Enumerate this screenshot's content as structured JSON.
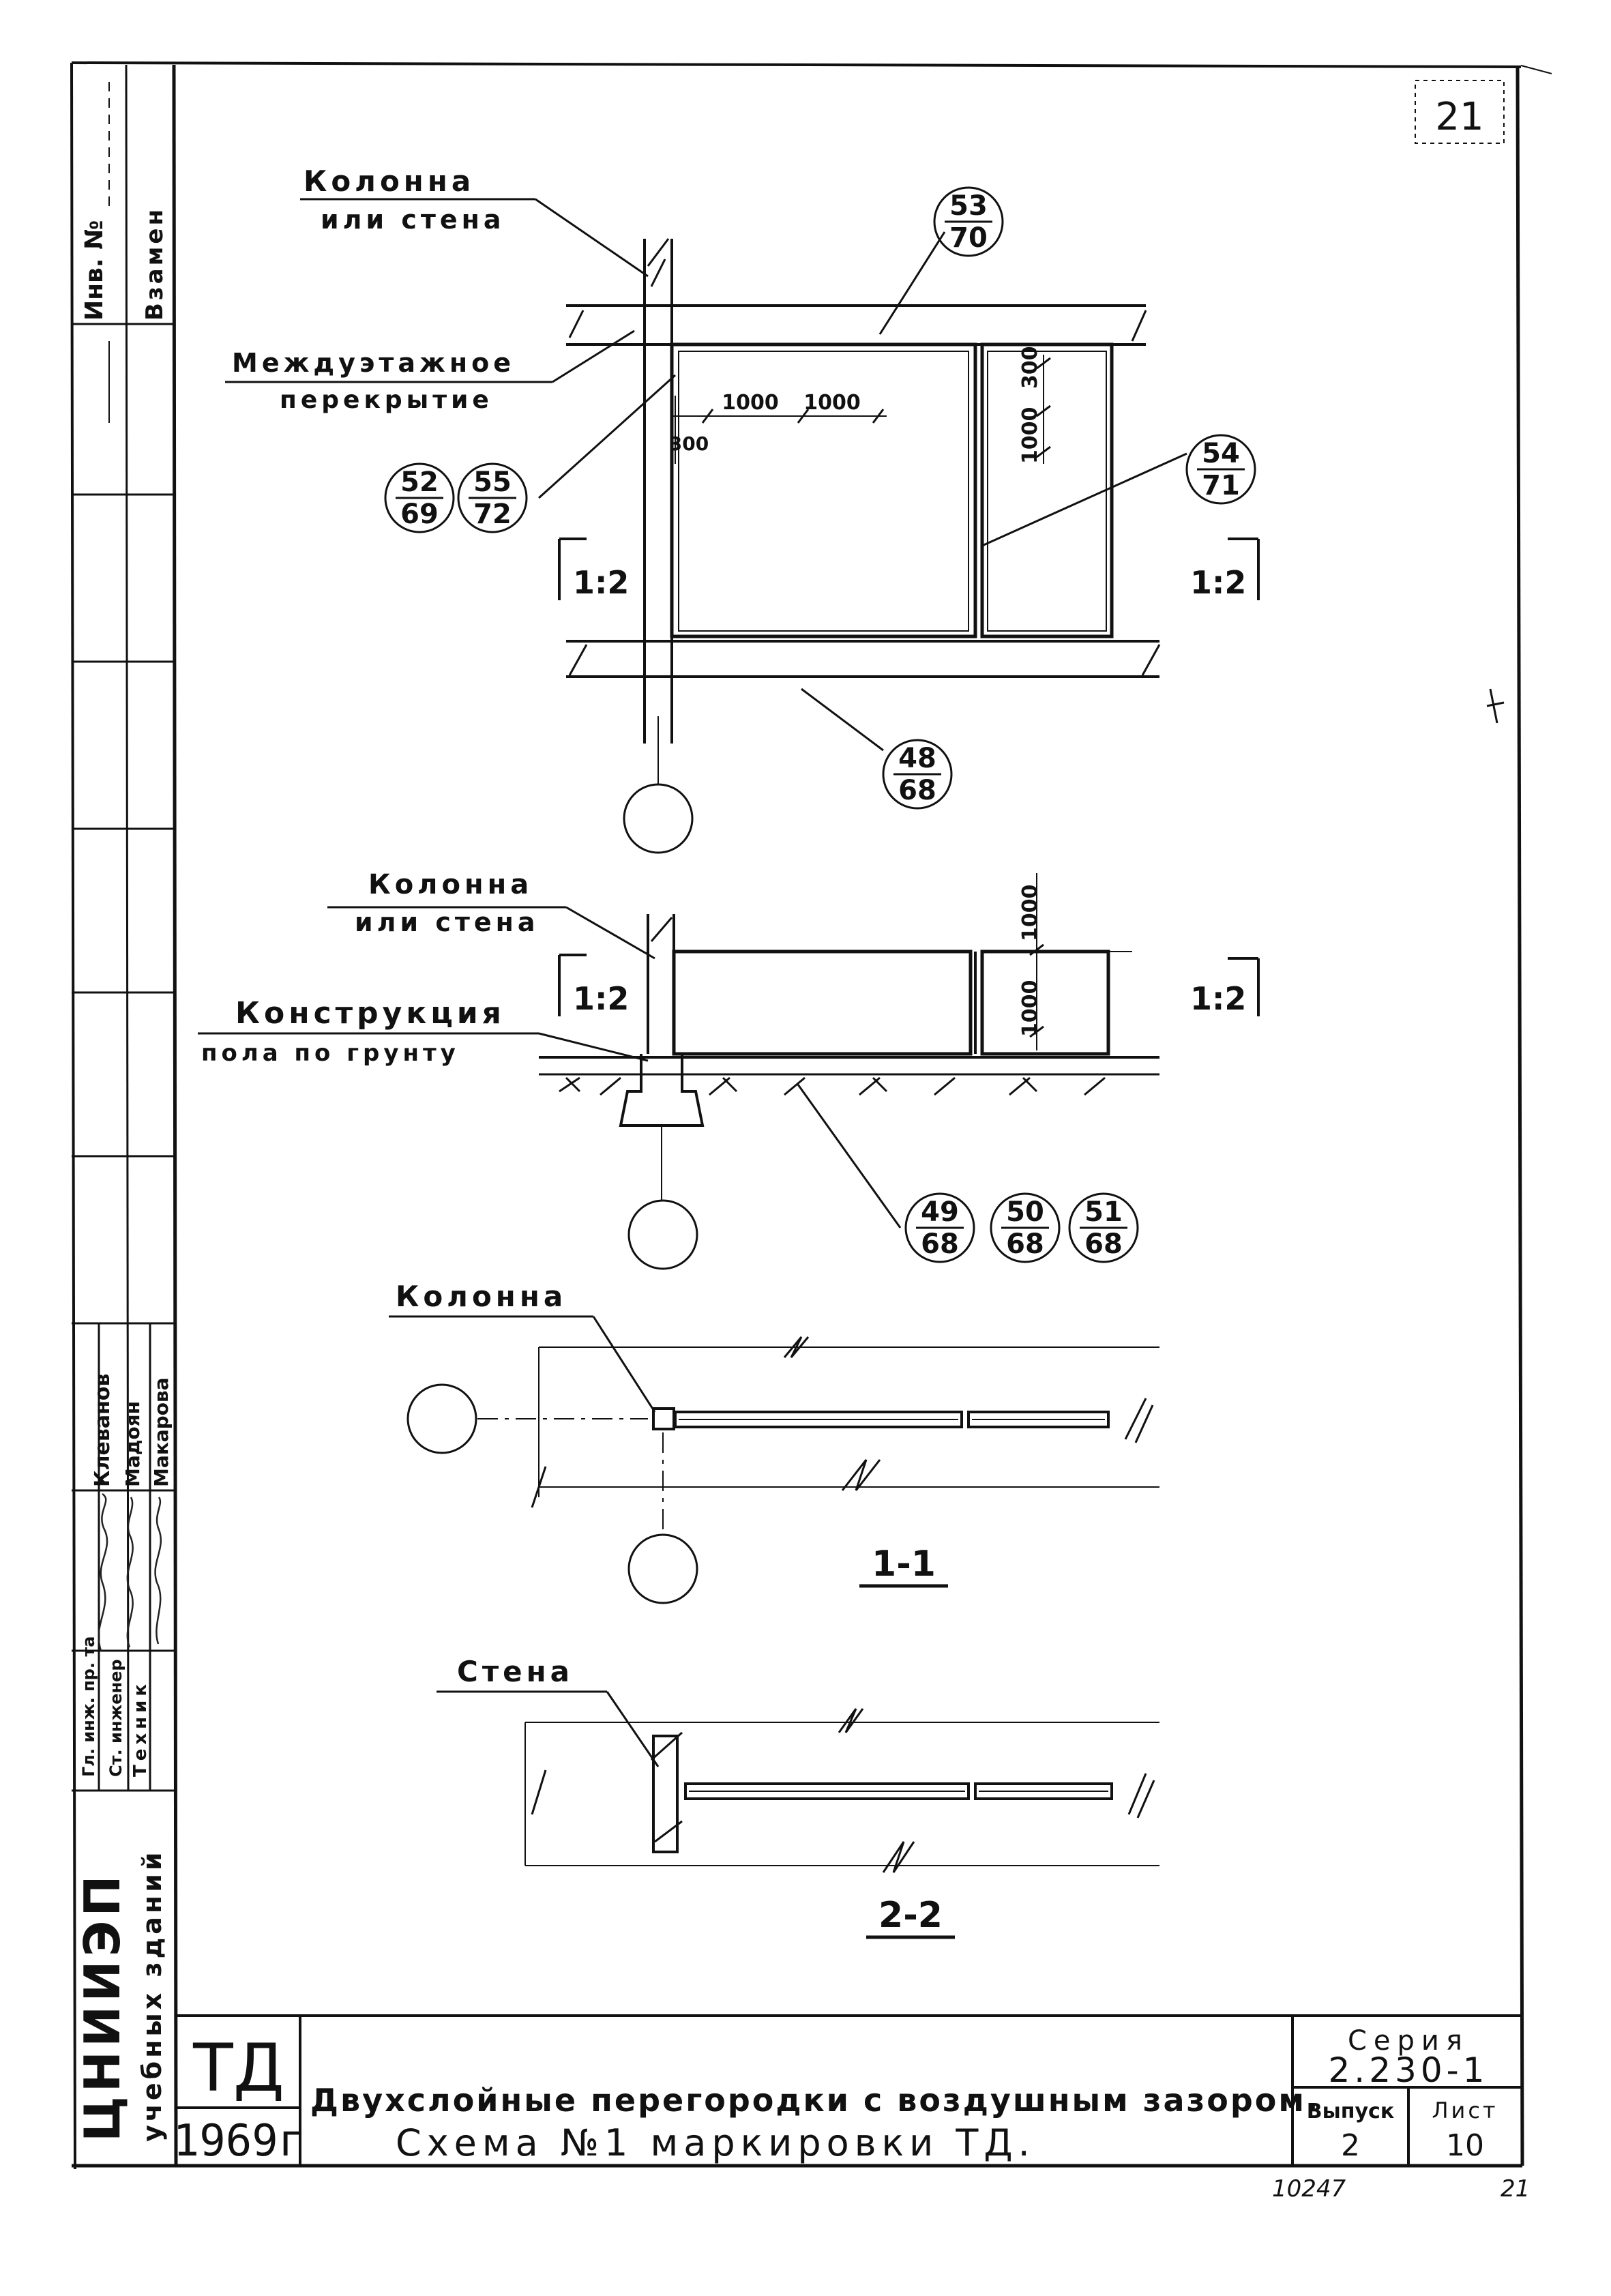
{
  "sheet_number_top": "21",
  "labels": {
    "column_or_wall_1_a": "Колонна",
    "column_or_wall_1_b": "или стена",
    "floor_slab_a": "Междуэтажное",
    "floor_slab_b": "перекрытие",
    "column_or_wall_2_a": "Колонна",
    "column_or_wall_2_b": "или стена",
    "floor_on_ground_a": "Конструкция",
    "floor_on_ground_b": "пола по грунту",
    "column_3": "Колонна",
    "wall_4": "Стена"
  },
  "dimensions": {
    "d1000_a": "1000",
    "d1000_b": "1000",
    "d300": "300",
    "d1000_v1": "1000",
    "d300_v1": "300",
    "d1000_v2": "1000",
    "d1000_v3": "1000"
  },
  "section_marks": {
    "s1_left": "1:2",
    "s1_right": "1:2",
    "s2_left": "1:2",
    "s2_right": "1:2"
  },
  "callouts": [
    {
      "top": "53",
      "bottom": "70"
    },
    {
      "top": "52",
      "bottom": "69"
    },
    {
      "top": "55",
      "bottom": "72"
    },
    {
      "top": "54",
      "bottom": "71"
    },
    {
      "top": "48",
      "bottom": "68"
    },
    {
      "top": "49",
      "bottom": "68"
    },
    {
      "top": "50",
      "bottom": "68"
    },
    {
      "top": "51",
      "bottom": "68"
    }
  ],
  "section_titles": {
    "s11": "1-1",
    "s22": "2-2"
  },
  "side_stamp": {
    "inv_no": "Инв. №",
    "replaces": "Взамен",
    "role1": "Гл. инж. пр. та",
    "role2": "Ст. инженер",
    "role3": "Техник",
    "name1": "Клеванов",
    "name2": "Мадоян",
    "name3": "Макарова",
    "org_line1": "ЦНИИЭП",
    "org_line2": "учебных зданий"
  },
  "title_block": {
    "code": "ТД",
    "year": "1969г",
    "title_line1": "Двухслойные перегородки с воздушным зазором.",
    "title_line2": "Схема №1 маркировки ТД.",
    "series_label": "Серия",
    "series_value": "2.230-1",
    "issue_label": "Выпуск",
    "issue_value": "2",
    "sheet_label": "Лист",
    "sheet_value": "10"
  },
  "bottom_notes": {
    "left": "10247",
    "right": "21"
  }
}
